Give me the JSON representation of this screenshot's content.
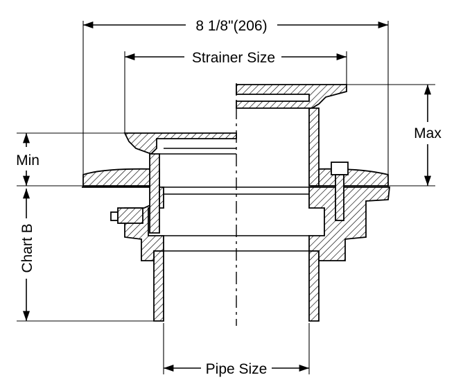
{
  "labels": {
    "overall_width": "8 1/8\"(206)",
    "strainer_size": "Strainer Size",
    "max": "Max",
    "min": "Min",
    "chart_b": "Chart B",
    "pipe_size": "Pipe Size"
  },
  "colors": {
    "ink": "#000000",
    "background": "#ffffff"
  }
}
